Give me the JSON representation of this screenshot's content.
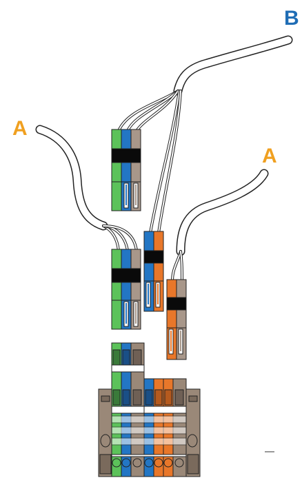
{
  "labels": {
    "a_left": "A",
    "a_right": "A",
    "b": "B"
  },
  "colors": {
    "green": "#5cc25a",
    "blue": "#2376c4",
    "brown": "#a8978a",
    "orange": "#e8772a",
    "label_a": "#f0a020",
    "label_b": "#1f6db5",
    "dark_band": "#0a0a0a",
    "terminal_body": "#9a8878"
  }
}
